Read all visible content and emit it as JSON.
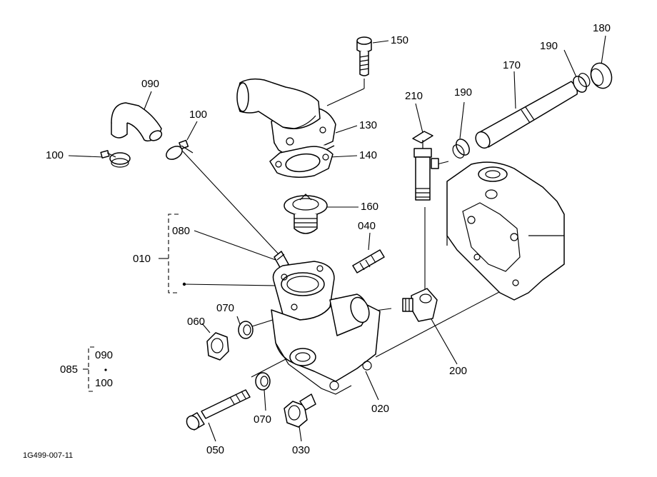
{
  "parts": [
    {
      "id": "p150",
      "label": "150"
    },
    {
      "id": "p090",
      "label": "090"
    },
    {
      "id": "p100a",
      "label": "100"
    },
    {
      "id": "p100b",
      "label": "100"
    },
    {
      "id": "p130",
      "label": "130"
    },
    {
      "id": "p140",
      "label": "140"
    },
    {
      "id": "p160",
      "label": "160"
    },
    {
      "id": "p210",
      "label": "210"
    },
    {
      "id": "p190a",
      "label": "190"
    },
    {
      "id": "p190b",
      "label": "190"
    },
    {
      "id": "p170",
      "label": "170"
    },
    {
      "id": "p180",
      "label": "180"
    },
    {
      "id": "p080",
      "label": "080"
    },
    {
      "id": "p040",
      "label": "040"
    },
    {
      "id": "p010",
      "label": "010"
    },
    {
      "id": "p070a",
      "label": "070"
    },
    {
      "id": "p060",
      "label": "060"
    },
    {
      "id": "p200",
      "label": "200"
    },
    {
      "id": "p020",
      "label": "020"
    },
    {
      "id": "p070b",
      "label": "070"
    },
    {
      "id": "p050",
      "label": "050"
    },
    {
      "id": "p030",
      "label": "030"
    },
    {
      "id": "p085",
      "label": "085"
    },
    {
      "id": "p085_090",
      "label": "090"
    },
    {
      "id": "p085_100",
      "label": "100"
    }
  ],
  "drawing_ref": "1G499-007-11"
}
